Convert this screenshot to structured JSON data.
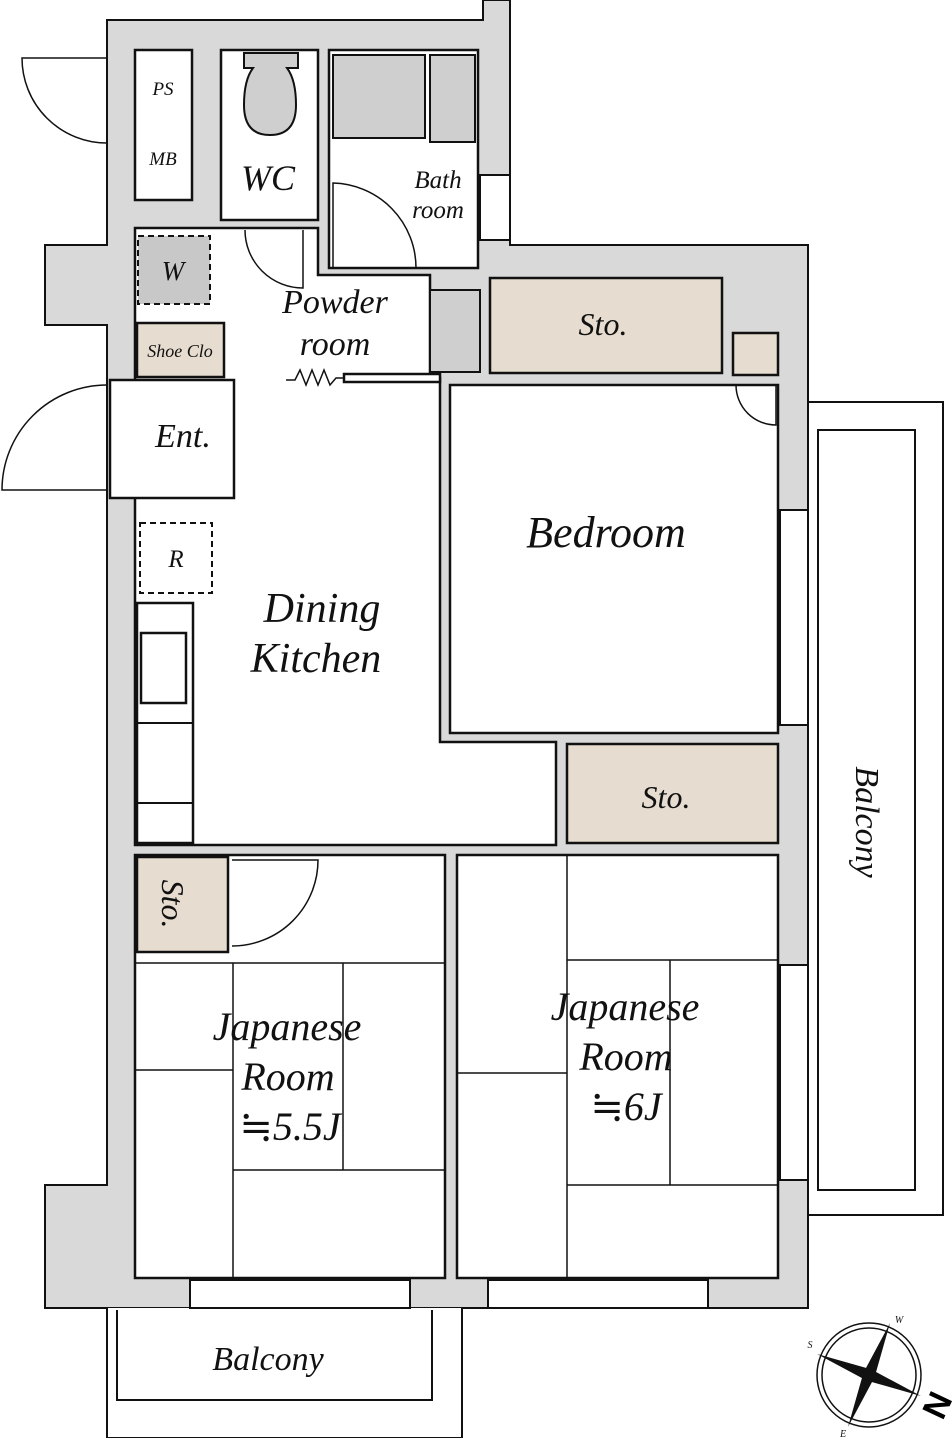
{
  "rooms": {
    "ps": "PS",
    "mb": "MB",
    "wc": "WC",
    "bath_line1": "Bath",
    "bath_line2": "room",
    "washer": "W",
    "powder_line1": "Powder",
    "powder_line2": "room",
    "shoe_closet": "Shoe Clo",
    "entrance": "Ent.",
    "refrigerator": "R",
    "dk_line1": "Dining",
    "dk_line2": "Kitchen",
    "bedroom": "Bedroom",
    "storage_top": "Sto.",
    "storage_middle": "Sto.",
    "storage_left": "Sto.",
    "jp_left_line1": "Japanese",
    "jp_left_line2": "Room",
    "jp_left_size": "≒5.5J",
    "jp_right_line1": "Japanese",
    "jp_right_line2": "Room",
    "jp_right_size": "≒6J",
    "balcony_right": "Balcony",
    "balcony_bottom": "Balcony"
  },
  "compass": {
    "north": "N",
    "south": "S",
    "east": "E",
    "west": "W"
  },
  "colors": {
    "wall": "#d9d9d9",
    "storage": "#e6dccf",
    "fixture": "#cfcfcf"
  }
}
